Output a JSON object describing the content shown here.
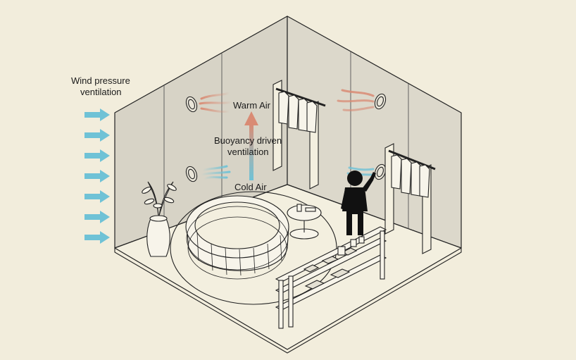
{
  "labels": {
    "wind_line1": "Wind pressure",
    "wind_line2": "ventilation",
    "warm_air": "Warm Air",
    "buoyancy_line1": "Buoyancy driven",
    "buoyancy_line2": "ventilation",
    "cold_air": "Cold Air"
  },
  "colors": {
    "background": "#f2eddc",
    "wall": "#d7d3c6",
    "floor": "#f3efdf",
    "line": "#222222",
    "cold_arrow": "#6fc2d6",
    "warm_arrow": "#d98b74",
    "person": "#111111"
  },
  "icons": {
    "wind_arrows": "arrow-right-icon",
    "warm_air_arrow": "arrow-up-icon",
    "cold_air_arrow": "arrow-up-icon",
    "vents": "round-vent-icon",
    "person": "person-silhouette-icon"
  }
}
